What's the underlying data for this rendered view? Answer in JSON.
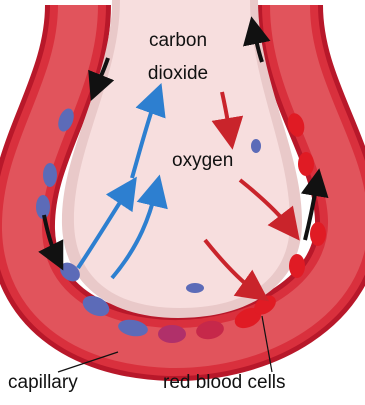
{
  "labels": {
    "carbon": "carbon",
    "dioxide": "dioxide",
    "oxygen": "oxygen",
    "capillary": "capillary",
    "red_blood_cells": "red blood cells"
  },
  "colors": {
    "vessel_outer": "#b8182a",
    "vessel_wall": "#d9303d",
    "vessel_inner": "#f2b3b6",
    "alveolus_fill": "#f7dede",
    "alveolus_rim": "#e9c9c9",
    "rbc_oxygenated": "#e01b24",
    "rbc_deoxygenated": "#5c6bb8",
    "rbc_mid": "#b0306a",
    "co2_arrow": "#2d7fd0",
    "o2_arrow": "#c9242b",
    "flow_arrow": "#111111"
  }
}
